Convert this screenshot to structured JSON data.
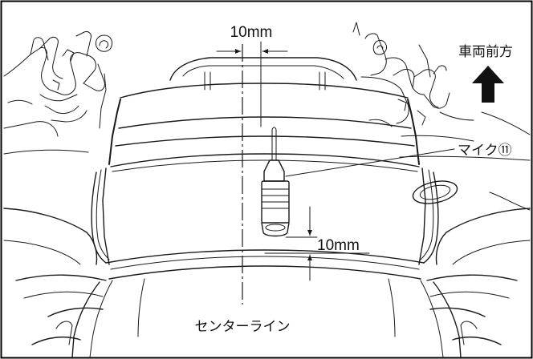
{
  "labels": {
    "dim_top": "10mm",
    "direction": "車両前方",
    "mic": "マイク⑪",
    "dim_right": "10mm",
    "center_line": "センターライン"
  }
}
